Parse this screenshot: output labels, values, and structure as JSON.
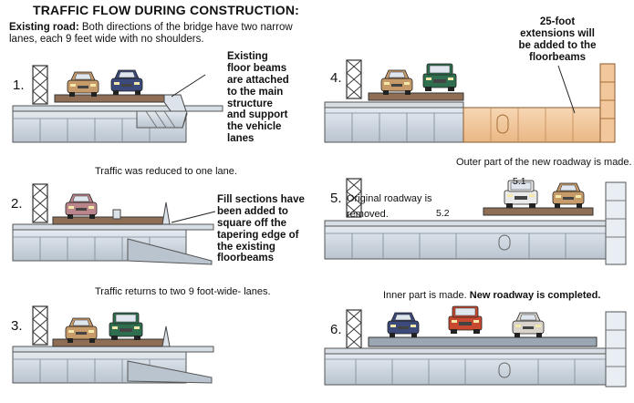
{
  "title": "TRAFFIC FLOW DURING CONSTRUCTION:",
  "intro": {
    "lead": "Existing road:",
    "text": "Both directions of the bridge have two narrow lanes, each 9 feet wide with no shoulders."
  },
  "steps": [
    {
      "number": "1.",
      "callout": "Existing floor beams are attached to the main structure and support the vehicle lanes"
    },
    {
      "number": "2.",
      "caption": "Traffic was reduced to one lane.",
      "callout": "Fill sections have been added to square off the tapering edge of the existing floorbeams"
    },
    {
      "number": "3.",
      "caption": "Traffic returns to two 9 foot-wide- lanes."
    },
    {
      "number": "4.",
      "callout": "25-foot extensions will be added to the floorbeams"
    },
    {
      "number": "5.",
      "caption": "Outer part of the new roadway is made.",
      "label_a": "5.1",
      "note": "Original roadway is removed.",
      "label_b": "5.2"
    },
    {
      "number": "6.",
      "caption_plain": "Inner part is made.",
      "caption_bold": "New roadway is completed."
    }
  ],
  "colors": {
    "structure": "#c9d3dd",
    "deck": "#8f6e55",
    "extension": "#f2c79b",
    "truck_green": "#2f6e4f",
    "truck_red": "#c8492f",
    "car_blue": "#3b4a7a",
    "car_tan": "#c79a6a"
  }
}
